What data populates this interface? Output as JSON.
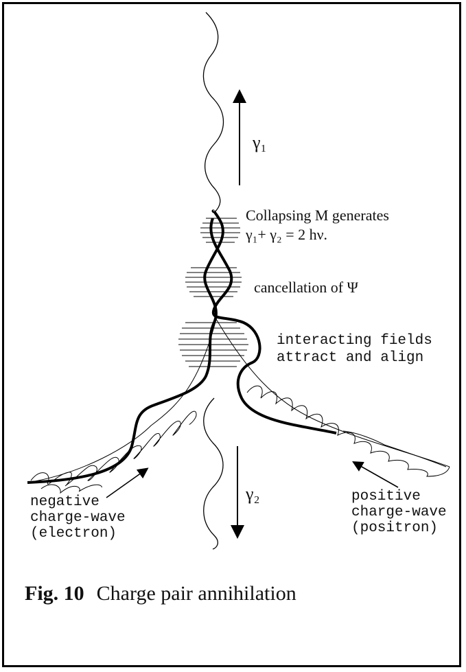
{
  "labels": {
    "gamma1": "γ₁",
    "gamma2": "γ₂",
    "collapse_line1": "Collapsing M generates",
    "collapse_line2": "γ₁+ γ₂ = 2 hν.",
    "cancellation": "cancellation of Ψ",
    "interacting_line1": "interacting fields",
    "interacting_line2": "attract and align",
    "negative_line1": "negative",
    "negative_line2": "charge-wave",
    "negative_line3": "(electron)",
    "positive_line1": "positive",
    "positive_line2": "charge-wave",
    "positive_line3": "(positron)"
  },
  "caption": {
    "number": "Fig. 10",
    "title": "Charge pair annihilation"
  }
}
